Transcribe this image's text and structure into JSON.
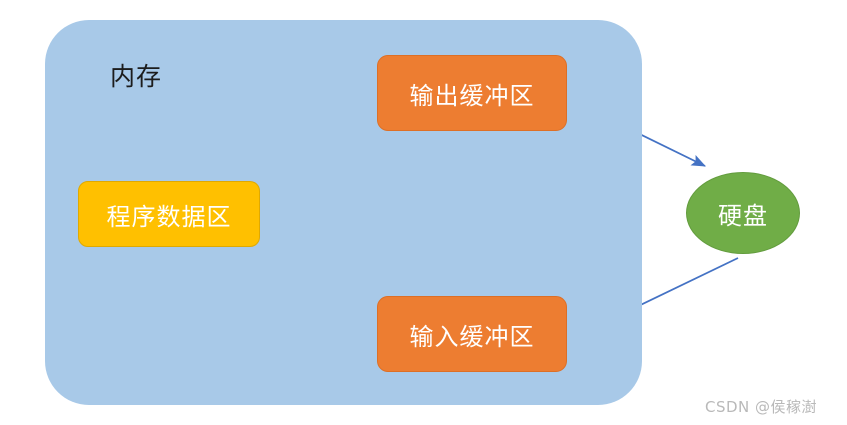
{
  "diagram": {
    "title_label": "内存",
    "nodes": [
      {
        "id": "program-data-area",
        "label": "程序数据区",
        "shape": "rounded-rect",
        "color": "#FFC000"
      },
      {
        "id": "output-buffer",
        "label": "输出缓冲区",
        "shape": "rounded-rect",
        "color": "#ED7D31"
      },
      {
        "id": "input-buffer",
        "label": "输入缓冲区",
        "shape": "rounded-rect",
        "color": "#ED7D31"
      },
      {
        "id": "hard-disk",
        "label": "硬盘",
        "shape": "ellipse",
        "color": "#70AD47"
      }
    ],
    "container": {
      "label": "内存",
      "color": "#A8C9E8"
    },
    "edges": [
      {
        "from": "program-data-area",
        "to": "output-buffer",
        "direction": "up-right"
      },
      {
        "from": "output-buffer",
        "to": "hard-disk",
        "direction": "down-right"
      },
      {
        "from": "hard-disk",
        "to": "input-buffer",
        "direction": "down-left"
      },
      {
        "from": "input-buffer",
        "to": "program-data-area",
        "direction": "up-left"
      }
    ],
    "arrow_color": "#4472C4"
  },
  "watermark": {
    "text": "CSDN @侯稼澍"
  }
}
